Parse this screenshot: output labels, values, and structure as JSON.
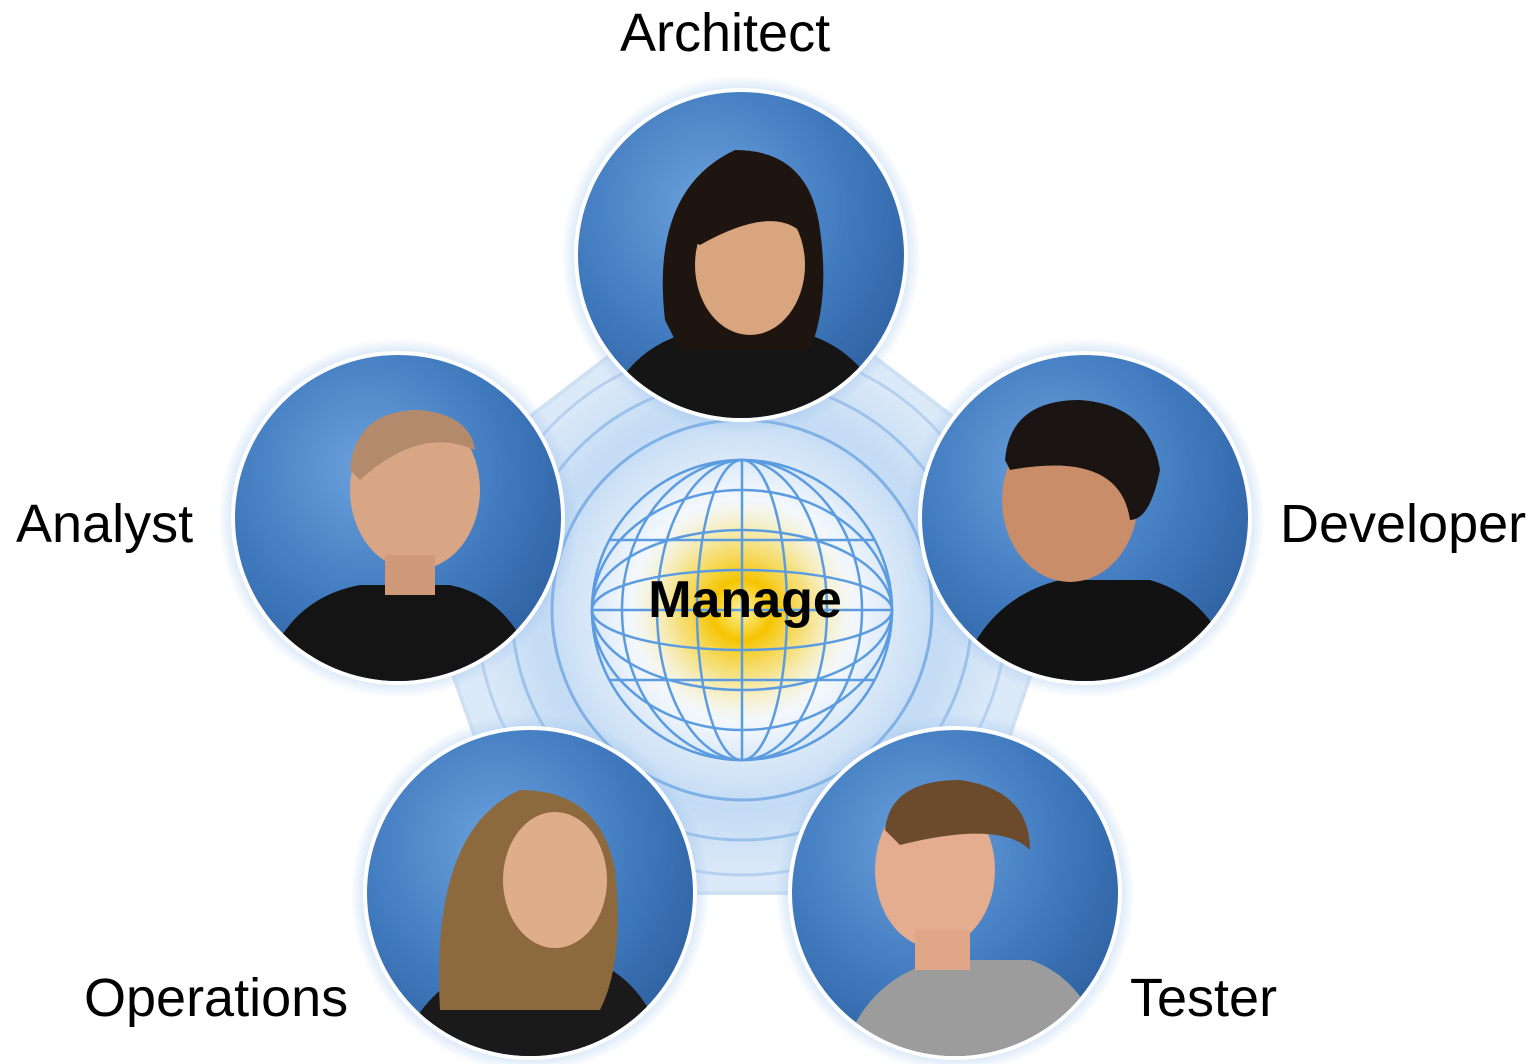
{
  "center": {
    "label": "Manage"
  },
  "roles": [
    {
      "id": "architect",
      "label": "Architect"
    },
    {
      "id": "analyst",
      "label": "Analyst"
    },
    {
      "id": "developer",
      "label": "Developer"
    },
    {
      "id": "operations",
      "label": "Operations"
    },
    {
      "id": "tester",
      "label": "Tester"
    }
  ],
  "colors": {
    "background": "#ffffff",
    "photo_background": "#4f86c6",
    "ring": "#9cc2ec",
    "glow": "#f5c400",
    "grid": "#5b9be0",
    "text": "#000000"
  },
  "icons": {
    "center": "globe-icon"
  }
}
